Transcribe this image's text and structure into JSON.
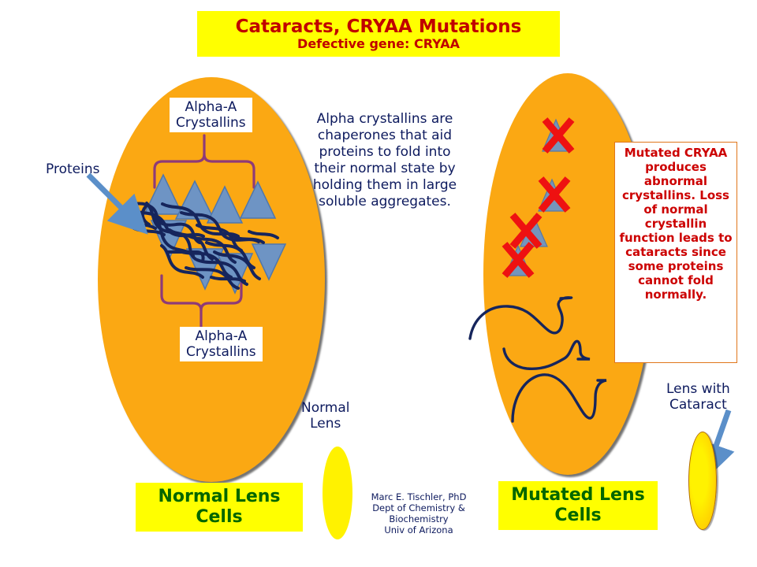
{
  "title": {
    "main": "Cataracts, CRYAA Mutations",
    "sub": "Defective gene: CRYAA"
  },
  "normal_cell": {
    "label_top": "Alpha-A\nCrystallins",
    "label_bottom": "Alpha-A\nCrystallins",
    "proteins_label": "Proteins",
    "lens_label": "Normal\nLens",
    "cells_box": "Normal Lens\nCells",
    "crystallin_count_up": 4,
    "crystallin_count_down": 4
  },
  "center": {
    "explanation": "Alpha crystallins are chaperones that aid proteins to fold into their normal state by holding them in large soluble aggregates."
  },
  "mutated_cell": {
    "note": "Mutated CRYAA produces abnormal crystallins. Loss of normal crystallin function leads to catar",
    "note_full": "Mutated CRYAA produces abnormal crystallins. Loss of normal crystallin function leads to cataracts since some proteins cannot fold normally.",
    "cells_box": "Mutated Lens\nCells",
    "lens_label": "Lens with\nCataract",
    "x_mark": "X",
    "x_mark_count": 4
  },
  "credit": {
    "line1": "Marc E. Tischler, PhD",
    "line2": "Dept of Chemistry &",
    "line3": "Biochemistry",
    "line4": "Univ of Arizona"
  },
  "colors": {
    "cell_orange": "#FBA813",
    "title_red": "#C00000",
    "banner_yellow": "#FFFF00",
    "navy_text": "#0D1A5E",
    "green_text": "#006600",
    "note_red": "#CC0000",
    "crystallin_blue": "#6E94C4",
    "crystallin_blue_edge": "#4F77AC",
    "protein_navy": "#16255C",
    "brace_purple": "#8E3A78",
    "arrow_blue": "#5B8FC9",
    "lens_yellow": "#FFF200"
  }
}
